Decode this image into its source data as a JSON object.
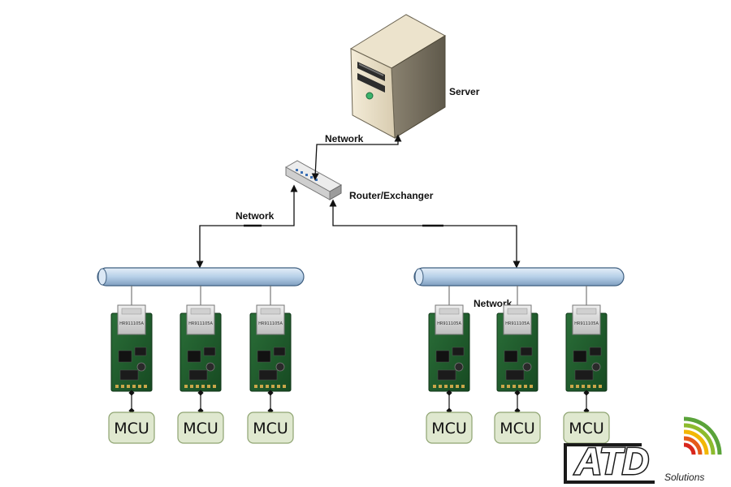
{
  "labels": {
    "server": "Server",
    "router": "Router/Exchanger",
    "network_top": "Network",
    "network_left": "Network",
    "network_right": "Network"
  },
  "clusters": [
    {
      "modules": [
        {
          "chip": "HR911105A",
          "mcu": "MCU"
        },
        {
          "chip": "HR911105A",
          "mcu": "MCU"
        },
        {
          "chip": "HR911105A",
          "mcu": "MCU"
        }
      ]
    },
    {
      "modules": [
        {
          "chip": "HR911105A",
          "mcu": "MCU"
        },
        {
          "chip": "HR911105A",
          "mcu": "MCU"
        },
        {
          "chip": "HR911105A",
          "mcu": "MCU"
        }
      ]
    }
  ],
  "logo": {
    "main": "ATD",
    "sub": "Solutions"
  },
  "colors": {
    "bus": "#b7d0e8",
    "mcu_fill": "#dfe8cf",
    "mcu_border": "#8fa472",
    "pcb": "#1f5a2c",
    "line": "#111111",
    "logo_arc_red": "#d8261c",
    "logo_arc_yellow": "#f2b705",
    "logo_arc_green": "#5aa33a"
  }
}
